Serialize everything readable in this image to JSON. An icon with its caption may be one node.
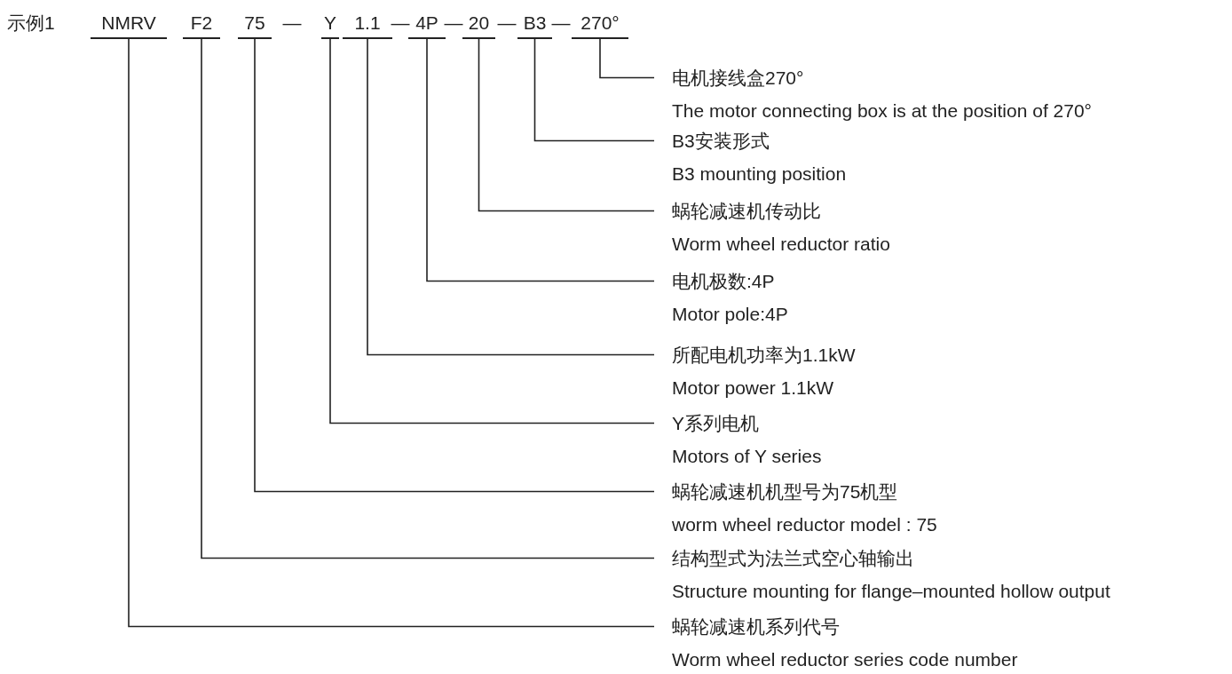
{
  "diagram": {
    "nodes": [
      {
        "text": [
          "NMRV"
        ]
      },
      {
        "text": [
          "F2"
        ]
      },
      {
        "text": [
          "75"
        ]
      },
      {
        "text": [
          "Y"
        ]
      },
      {
        "text": [
          "1.1"
        ]
      },
      {
        "text": [
          "4P"
        ]
      },
      {
        "text": [
          "20"
        ]
      },
      {
        "text": [
          "B3"
        ]
      },
      {
        "text": [
          "270°"
        ]
      },
      {
        "text": [
          "电机接线盒270°",
          "The motor connecting box is at the position of  270°"
        ]
      },
      {
        "text": [
          "B3安装形式",
          "B3 mounting position"
        ]
      },
      {
        "text": [
          "蜗轮减速机传动比",
          "Worm wheel reductor ratio"
        ]
      },
      {
        "text": [
          "电机极数:4P",
          "Motor pole:4P"
        ]
      },
      {
        "text": [
          "所配电机功率为1.1kW",
          "Motor power 1.1kW"
        ]
      },
      {
        "text": [
          "Y系列电机",
          "Motors of Y series"
        ]
      },
      {
        "text": [
          "蜗轮减速机机型号为75机型",
          "worm wheel reductor model : 75"
        ]
      },
      {
        "text": [
          "结构型式为法兰式空心轴输出",
          "Structure mounting for flange–mounted hollow output"
        ]
      },
      {
        "text": [
          "蜗轮减速机系列代号",
          "Worm wheel reductor series code number"
        ]
      }
    ],
    "edges": [
      {
        "from": 8,
        "to": 9,
        "arrow": "none"
      },
      {
        "from": 7,
        "to": 10,
        "arrow": "none"
      },
      {
        "from": 6,
        "to": 11,
        "arrow": "none"
      },
      {
        "from": 5,
        "to": 12,
        "arrow": "none"
      },
      {
        "from": 4,
        "to": 13,
        "arrow": "none"
      },
      {
        "from": 3,
        "to": 14,
        "arrow": "none"
      },
      {
        "from": 2,
        "to": 15,
        "arrow": "none"
      },
      {
        "from": 1,
        "to": 16,
        "arrow": "none"
      },
      {
        "from": 0,
        "to": 17,
        "arrow": "none"
      }
    ],
    "labels": [
      "示例1",
      "—",
      "—",
      "—",
      "—",
      "—"
    ]
  }
}
